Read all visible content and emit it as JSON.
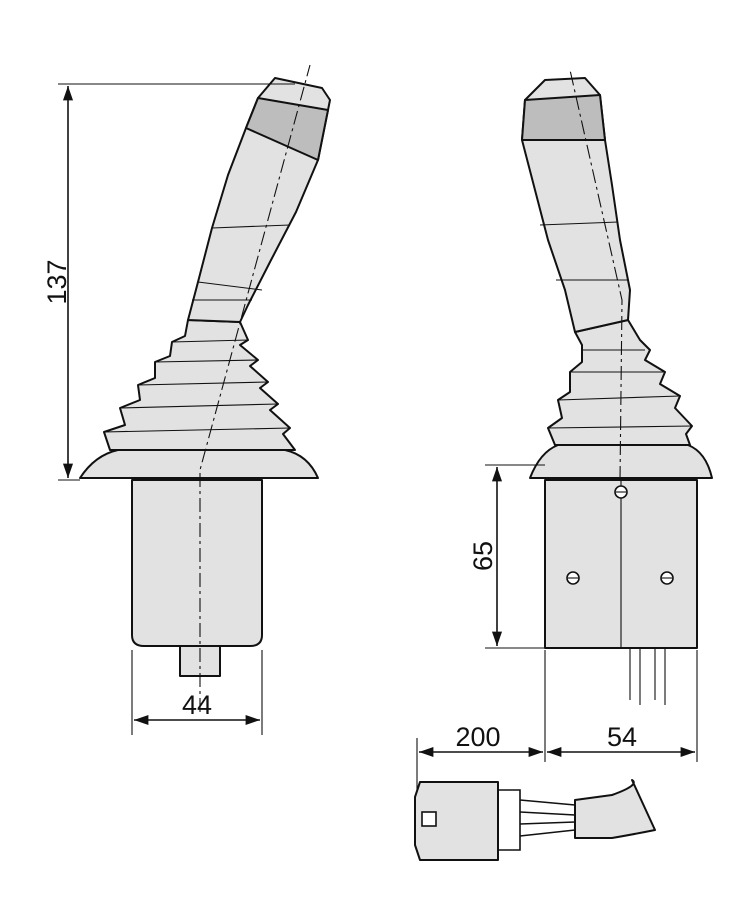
{
  "dimensions": {
    "height_total": "137",
    "body_height": "65",
    "body_width_front": "44",
    "cable_length": "200",
    "body_width_side": "54"
  },
  "colors": {
    "fill": "#e2e2e2",
    "stroke": "#111111"
  }
}
